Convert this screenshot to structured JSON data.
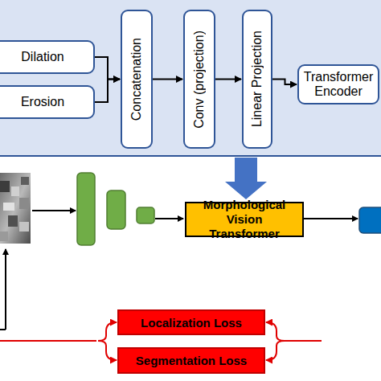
{
  "diagram": {
    "nodes": [
      {
        "text": [
          "Dilation"
        ]
      },
      {
        "text": [
          "Erosion"
        ]
      },
      {
        "text": [
          "Concatenation"
        ]
      },
      {
        "text": [
          "Conv (projection)"
        ]
      },
      {
        "text": [
          "Linear Projection"
        ]
      },
      {
        "text": [
          "Transformer Encoder"
        ]
      },
      {
        "text": [
          "Morphological Vision Transformer"
        ]
      },
      {
        "text": [
          "Localization Loss"
        ]
      },
      {
        "text": [
          "Segmentation Loss"
        ]
      }
    ],
    "edges": [
      {
        "from": 0,
        "to": 2,
        "arrow": "to"
      },
      {
        "from": 1,
        "to": 2,
        "arrow": "to"
      },
      {
        "from": 2,
        "to": 3,
        "arrow": "to"
      },
      {
        "from": 3,
        "to": 4,
        "arrow": "to"
      },
      {
        "from": 4,
        "to": 5,
        "arrow": "to"
      }
    ]
  }
}
